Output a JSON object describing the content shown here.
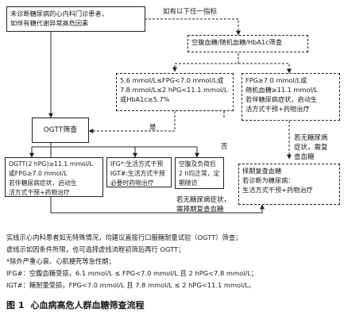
{
  "diagram": {
    "start_box": "未诊断糖尿病的心内科门诊患者，\n如伴有糖代谢异常高危因素",
    "any_indicator_label": "如有以下任一指标",
    "screening_box": "空腹血糖/随机血糖/HbA1c筛查",
    "mid_box": "5.6 mmol/L≤FPG<7.0 mmol/L或\n7.8 mmol/L≤2 hPG<11.1 mmol/L\n或HbA1c≥5.7%",
    "right_top_box": "FPG≥7.0 mmol/L或\n随机血糖≥11.1 mmol/L\n若伴糖尿病症状，启动生\n活方式干预+药物治疗",
    "ogtt_box": "OGTT筛查",
    "yes_label": "是",
    "no_label": "否",
    "no_symptom_top_label": "若无糖尿病\n症状，需复\n查血糖",
    "result_box_1": "OGTT(2 hPG)≥11.1 mmol/L\n或FPG≥7.0 mmol/L\n若伴糖尿病症状，启动生\n活方式干预+药物治疗",
    "result_box_2": "IFG*:生活方式干预\nIGT#:生活方式干预\n必要时药物治疗",
    "result_box_3": "空腹及负荷后\n2 h均正常，定\n期随访",
    "no_symptom_bottom_label": "若无糖尿病症状，\n需择期复查血糖",
    "recheck_box": "择期复查血糖\n若诊断为糖尿病：\n生活方式干预+药物治疗"
  },
  "notes": [
    "实线示心内科患者如无特殊情况，均建议直接行口服糖耐量试验（OGTT）筛查；",
    "虚线示如因条件所限，也可选择虚线流程初筛后再行 OGTT；",
    "*除外严重心衰、心肌梗死等急性期；",
    "IFG#：空腹血糖受损，6.1 mmol/L ≤ FPG<7.0 mmol/L 且 2 hPG<7.8 mmol/L；",
    "IGT#：糖耐量受损，FPG<7.0 mmol/L 且 7.8 mmol/L ≤ 2 hPG<11.1 mmol/L。"
  ],
  "caption": {
    "number": "图 1",
    "title": "心血病高危人群血糖筛查流程"
  }
}
